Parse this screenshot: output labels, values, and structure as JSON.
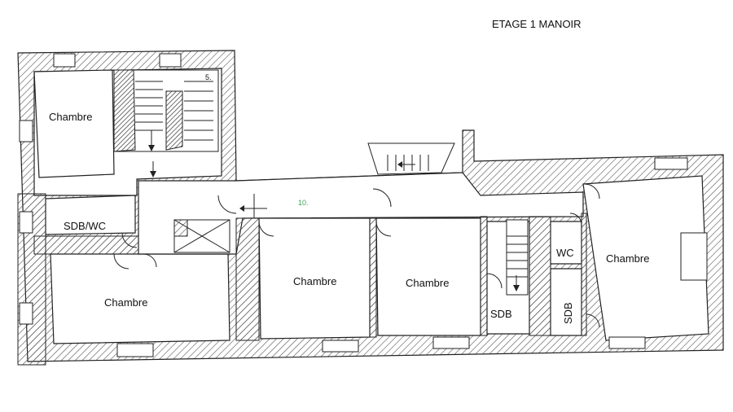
{
  "title": "ETAGE 1 MANOIR",
  "rooms": {
    "chambre_nw": "Chambre",
    "sdb_wc": "SDB/WC",
    "chambre_sw": "Chambre",
    "chambre_c1": "Chambre",
    "chambre_c2": "Chambre",
    "sdb_small": "SDB",
    "wc": "WC",
    "sdb_vertical": "SDB",
    "chambre_e": "Chambre"
  },
  "markers": {
    "stair_number": "5.",
    "corridor_number": "10."
  },
  "colors": {
    "wall": "#333333",
    "hatch": "#555555",
    "corridor_number": "#3aa657"
  }
}
